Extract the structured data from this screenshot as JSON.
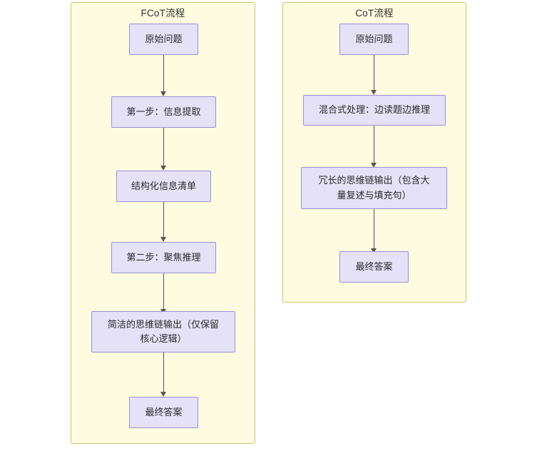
{
  "diagram": {
    "type": "flowchart",
    "direction": "top-down",
    "colors": {
      "subgraph_fill": "#fdfbe0",
      "subgraph_border": "#c8c86e",
      "node_fill": "#e5e1f7",
      "node_border": "#9a91d6",
      "node_text": "#2b2b2b",
      "edge": "#57574f",
      "background": "#ffffff"
    },
    "columns": [
      {
        "id": "fcot",
        "title": "FCoT流程",
        "nodes": [
          {
            "id": "fcot-n1",
            "label": "原始问题"
          },
          {
            "id": "fcot-n2",
            "label": "第一步：信息提取"
          },
          {
            "id": "fcot-n3",
            "label": "结构化信息清单"
          },
          {
            "id": "fcot-n4",
            "label": "第二步：聚焦推理"
          },
          {
            "id": "fcot-n5",
            "label": "简洁的思维链输出（仅保留\n核心逻辑）"
          },
          {
            "id": "fcot-n6",
            "label": "最终答案"
          }
        ]
      },
      {
        "id": "cot",
        "title": "CoT流程",
        "nodes": [
          {
            "id": "cot-n1",
            "label": "原始问题"
          },
          {
            "id": "cot-n2",
            "label": "混合式处理：边读题边推理"
          },
          {
            "id": "cot-n3",
            "label": "冗长的思维链输出（包含大\n量复述与填充句）"
          },
          {
            "id": "cot-n4",
            "label": "最终答案"
          }
        ]
      }
    ]
  }
}
